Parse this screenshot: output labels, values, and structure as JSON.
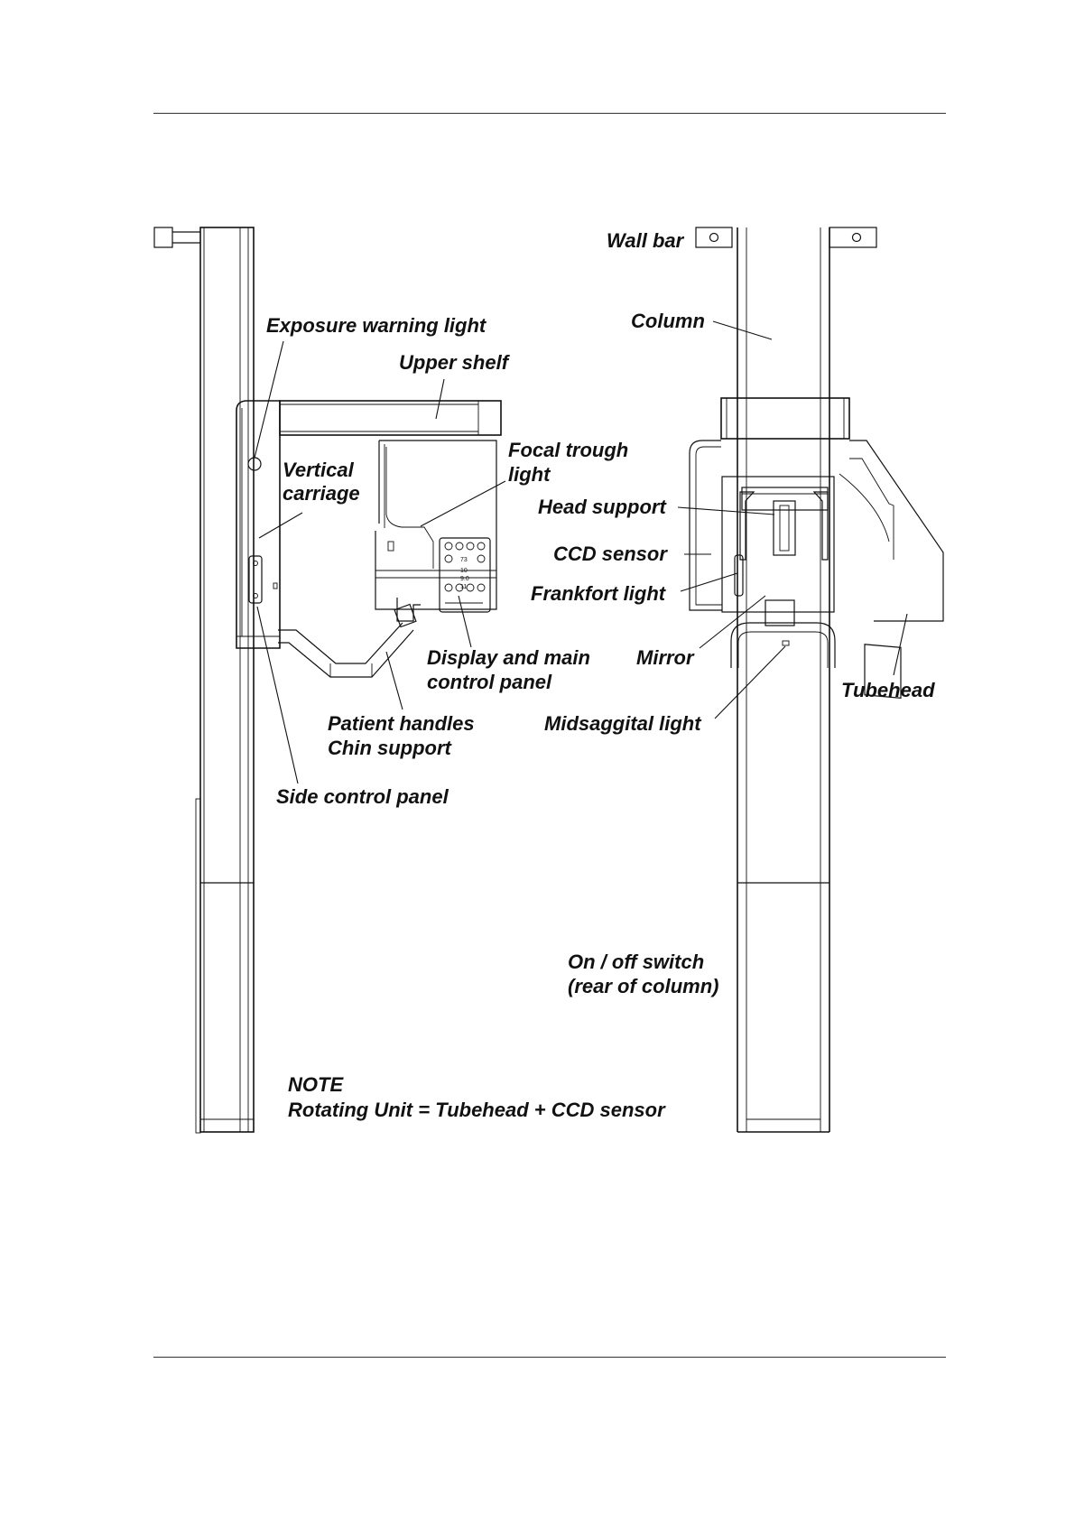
{
  "labels": {
    "wall_bar": "Wall bar",
    "column": "Column",
    "exposure_warning_light": "Exposure warning light",
    "upper_shelf": "Upper shelf",
    "vertical_carriage_1": "Vertical",
    "vertical_carriage_2": "carriage",
    "focal_trough_light_1": "Focal trough",
    "focal_trough_light_2": "light",
    "head_support": "Head support",
    "ccd_sensor": "CCD sensor",
    "frankfort_light": "Frankfort light",
    "display_panel_1": "Display and main",
    "display_panel_2": "control panel",
    "mirror": "Mirror",
    "tubehead": "Tubehead",
    "patient_handles": "Patient handles",
    "chin_support": "Chin support",
    "midsaggital_light": "Midsaggital light",
    "side_control_panel": "Side control panel",
    "on_off_switch_1": "On / off switch",
    "on_off_switch_2": "(rear of column)",
    "note_title": "NOTE",
    "note_text": "Rotating Unit = Tubehead + CCD sensor"
  },
  "control_panel_display": {
    "line1": "73",
    "line2": "10",
    "line3": "9.0",
    "line4": "11"
  }
}
